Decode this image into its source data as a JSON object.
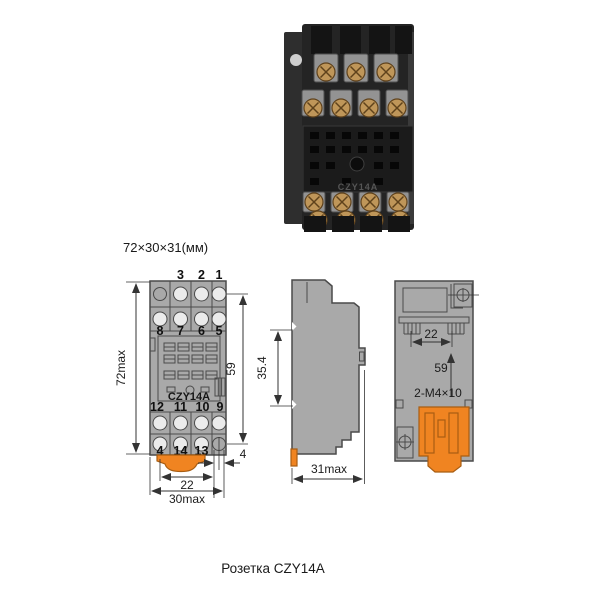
{
  "note": "72×30×31(мм)",
  "caption": "Розетка CZY14A",
  "photo": {
    "embossed_model": "CZY14A"
  },
  "front_view": {
    "model": "CZY14A",
    "labels_row1": [
      "3",
      "2",
      "1"
    ],
    "labels_row2": [
      "8",
      "7",
      "6",
      "5"
    ],
    "labels_row3": [
      "12",
      "11",
      "10",
      "9"
    ],
    "labels_row4": [
      "4",
      "14",
      "13"
    ],
    "dims": {
      "height": "72max",
      "pin_span": "59",
      "hole_offset": "4",
      "clip_width": "22",
      "width": "30max"
    }
  },
  "side_view": {
    "dims": {
      "rail_height": "35.4",
      "depth": "31max"
    }
  },
  "rear_view": {
    "dims": {
      "window_width": "22",
      "screw_span": "59",
      "screw_spec": "2-M4×10"
    }
  },
  "colors": {
    "body_gray": "#a9a9a9",
    "outline": "#4a4a4a",
    "dim": "#333333",
    "screw_fill": "#ebebeb",
    "accent_orange": "#f08421",
    "accent_dark": "#a85d12",
    "photo_body": "#242424",
    "screw_gold": "#bf9659",
    "clamp_silver": "#939393"
  }
}
